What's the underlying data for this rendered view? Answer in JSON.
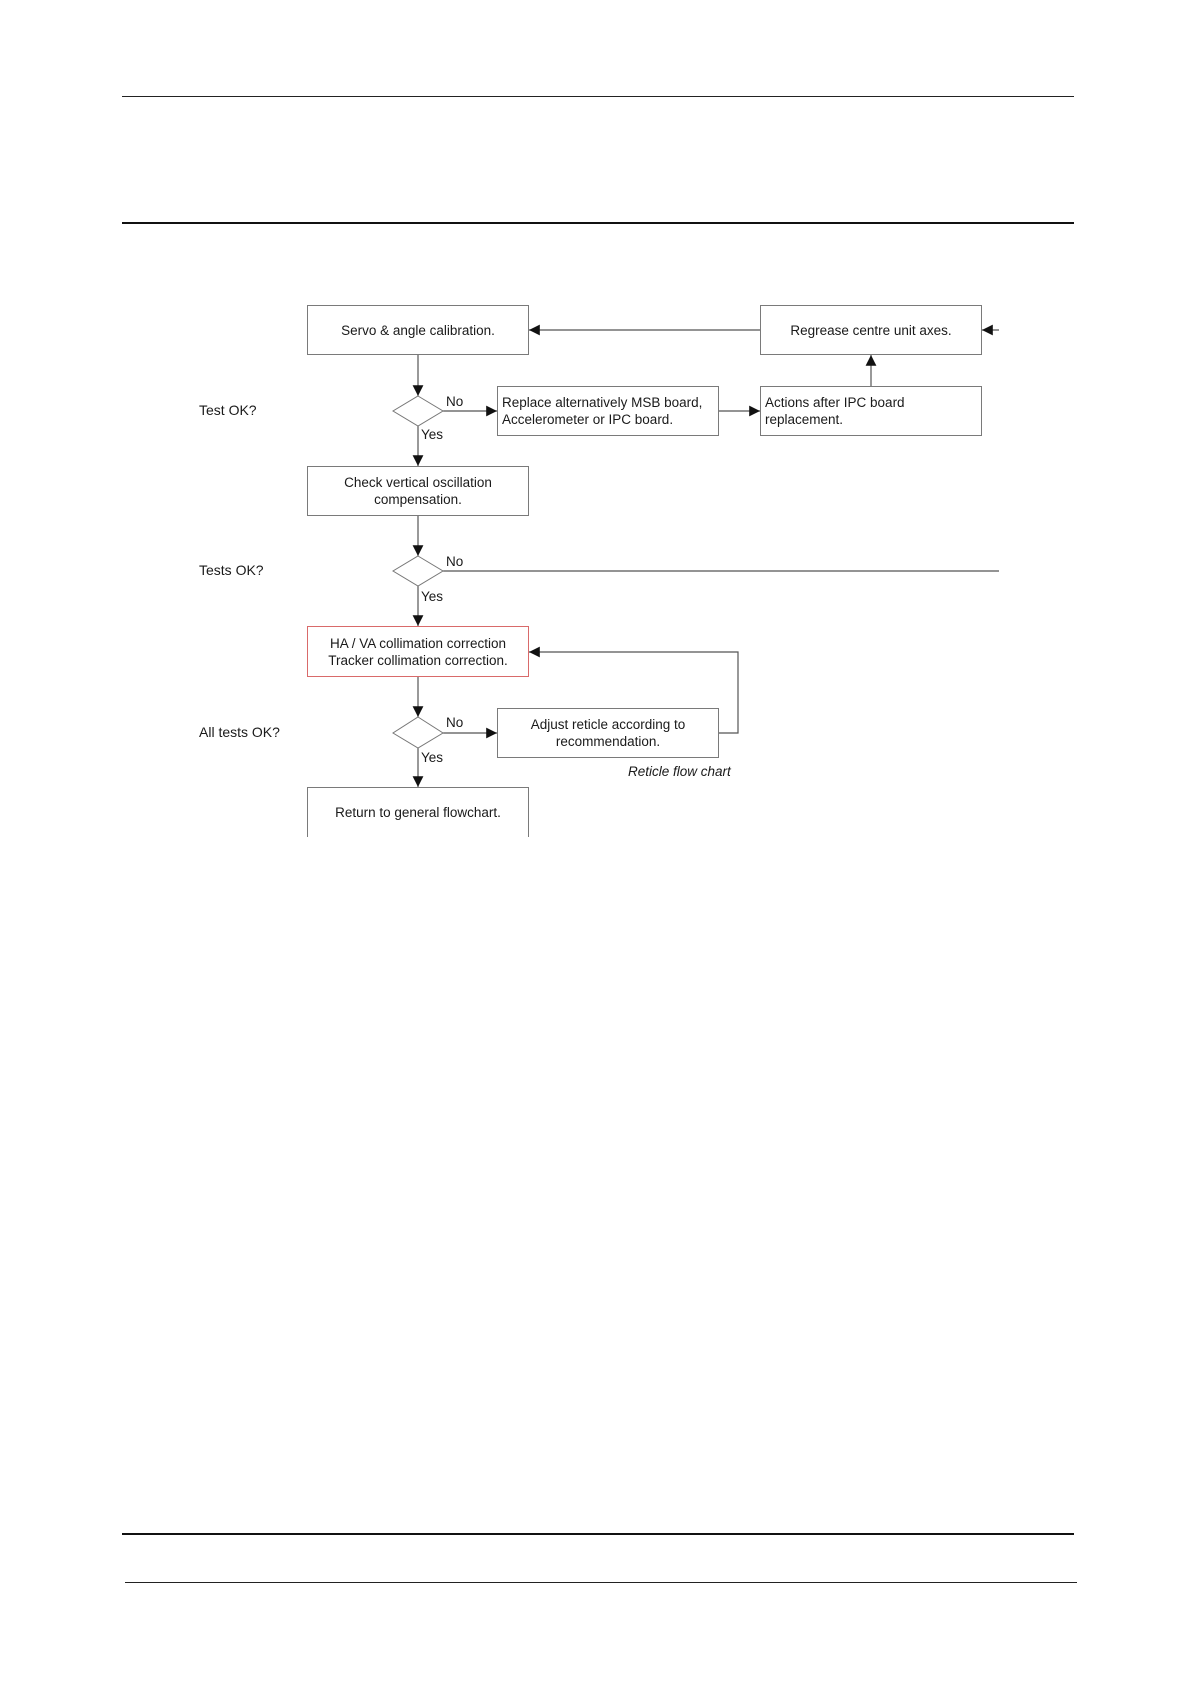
{
  "diagram": {
    "nodes": {
      "servo": "Servo & angle calibration.",
      "regrease": "Regrease centre unit axes.",
      "replace": "Replace alternatively MSB board,\nAccelerometer or IPC board.",
      "actions": "Actions after IPC board\nreplacement.",
      "check": "Check vertical oscillation\ncompensation.",
      "collimation": "HA / VA collimation correction\nTracker collimation correction.",
      "adjust": "Adjust reticle according to\nrecommendation.",
      "return": "Return to general flowchart."
    },
    "questions": {
      "q1": "Test OK?",
      "q2": "Tests OK?",
      "q3": "All tests OK?"
    },
    "labels": {
      "no": "No",
      "yes": "Yes"
    },
    "caption": "Reticle flow chart",
    "colors": {
      "line": "#555555",
      "box_border": "#7a7a7a",
      "highlight_border": "#d96a6a"
    }
  }
}
